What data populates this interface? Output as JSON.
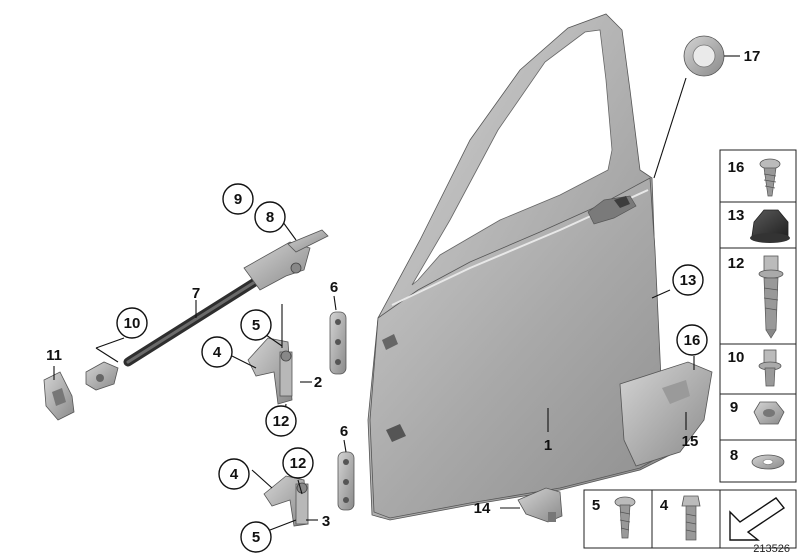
{
  "diagram": {
    "drawing_number": "213526",
    "callouts": {
      "c1": "1",
      "c2": "2",
      "c3": "3",
      "c4a": "4",
      "c4b": "4",
      "c5a": "5",
      "c5b": "5",
      "c6a": "6",
      "c6b": "6",
      "c7": "7",
      "c8": "8",
      "c9": "9",
      "c10": "10",
      "c11": "11",
      "c12a": "12",
      "c12b": "12",
      "c13": "13",
      "c14": "14",
      "c15": "15",
      "c16": "16",
      "c17": "17"
    },
    "side_panel": [
      "16",
      "13",
      "12",
      "10",
      "9",
      "8"
    ],
    "bottom_panel": [
      "5",
      "4"
    ]
  }
}
